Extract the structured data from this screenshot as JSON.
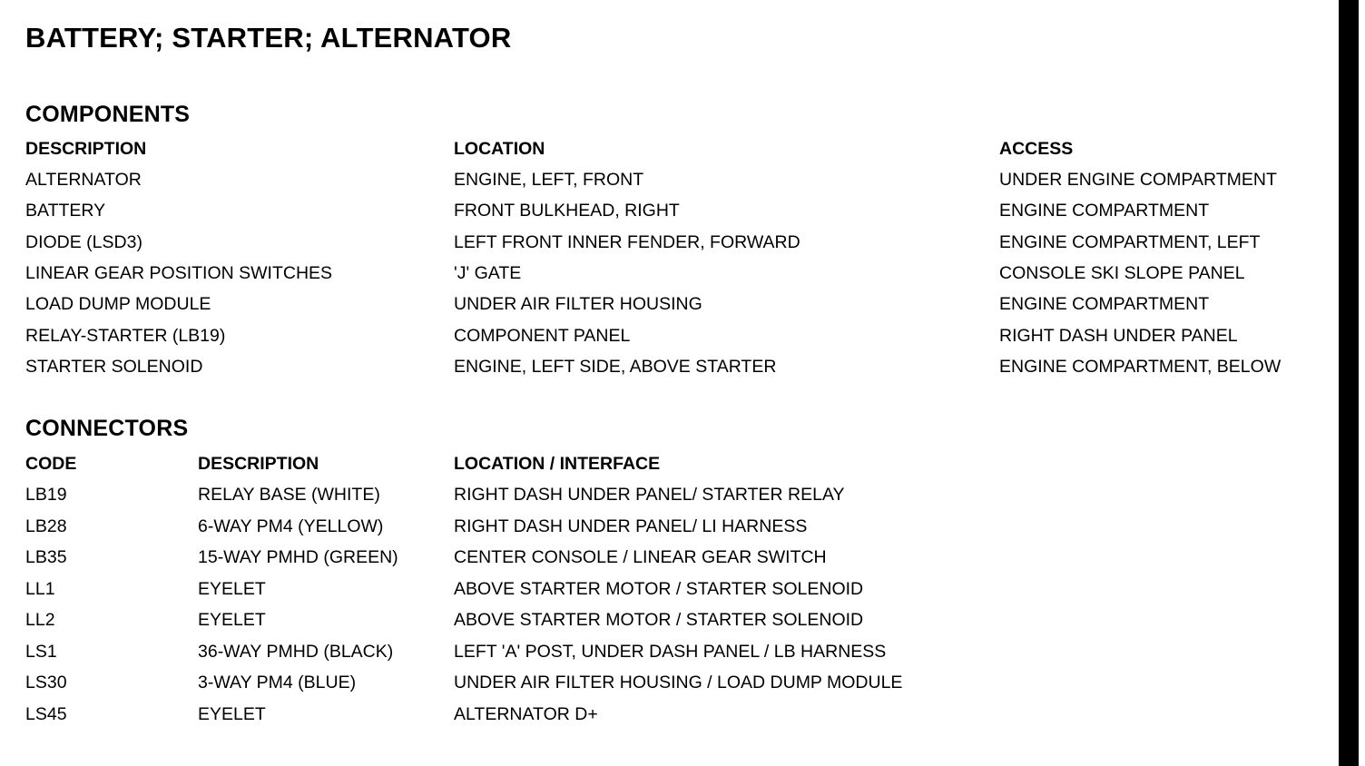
{
  "document": {
    "title": "BATTERY; STARTER; ALTERNATOR"
  },
  "components": {
    "heading": "COMPONENTS",
    "columns": {
      "description": "DESCRIPTION",
      "location": "LOCATION",
      "access": "ACCESS"
    },
    "rows": [
      {
        "description": "ALTERNATOR",
        "location": "ENGINE, LEFT, FRONT",
        "access": "UNDER ENGINE COMPARTMENT"
      },
      {
        "description": "BATTERY",
        "location": "FRONT BULKHEAD, RIGHT",
        "access": "ENGINE COMPARTMENT"
      },
      {
        "description": "DIODE (LSD3)",
        "location": "LEFT FRONT INNER FENDER, FORWARD",
        "access": "ENGINE COMPARTMENT, LEFT"
      },
      {
        "description": "LINEAR GEAR POSITION SWITCHES",
        "location": "'J' GATE",
        "access": "CONSOLE SKI SLOPE PANEL"
      },
      {
        "description": "LOAD DUMP MODULE",
        "location": "UNDER AIR FILTER HOUSING",
        "access": "ENGINE COMPARTMENT"
      },
      {
        "description": "RELAY-STARTER (LB19)",
        "location": "COMPONENT PANEL",
        "access": "RIGHT DASH UNDER PANEL"
      },
      {
        "description": "STARTER SOLENOID",
        "location": "ENGINE, LEFT SIDE, ABOVE STARTER",
        "access": "ENGINE COMPARTMENT, BELOW"
      }
    ]
  },
  "connectors": {
    "heading": "CONNECTORS",
    "columns": {
      "code": "CODE",
      "description": "DESCRIPTION",
      "location": "LOCATION / INTERFACE"
    },
    "rows": [
      {
        "code": "LB19",
        "description": "RELAY BASE (WHITE)",
        "location": "RIGHT DASH UNDER PANEL/ STARTER RELAY"
      },
      {
        "code": "LB28",
        "description": "6-WAY PM4 (YELLOW)",
        "location": "RIGHT DASH UNDER PANEL/ LI HARNESS"
      },
      {
        "code": "LB35",
        "description": "15-WAY PMHD (GREEN)",
        "location": "CENTER CONSOLE / LINEAR GEAR SWITCH"
      },
      {
        "code": "LL1",
        "description": "EYELET",
        "location": "ABOVE STARTER MOTOR / STARTER SOLENOID"
      },
      {
        "code": "LL2",
        "description": "EYELET",
        "location": "ABOVE STARTER MOTOR / STARTER SOLENOID"
      },
      {
        "code": "LS1",
        "description": "36-WAY PMHD (BLACK)",
        "location": "LEFT 'A' POST, UNDER DASH PANEL / LB HARNESS"
      },
      {
        "code": "LS30",
        "description": "3-WAY PM4 (BLUE)",
        "location": "UNDER AIR FILTER HOUSING / LOAD DUMP MODULE"
      },
      {
        "code": "LS45",
        "description": "EYELET",
        "location": "ALTERNATOR D+"
      }
    ]
  },
  "style": {
    "page_background": "#ffffff",
    "text_color": "#000000",
    "edge_bar_color": "#000000"
  }
}
